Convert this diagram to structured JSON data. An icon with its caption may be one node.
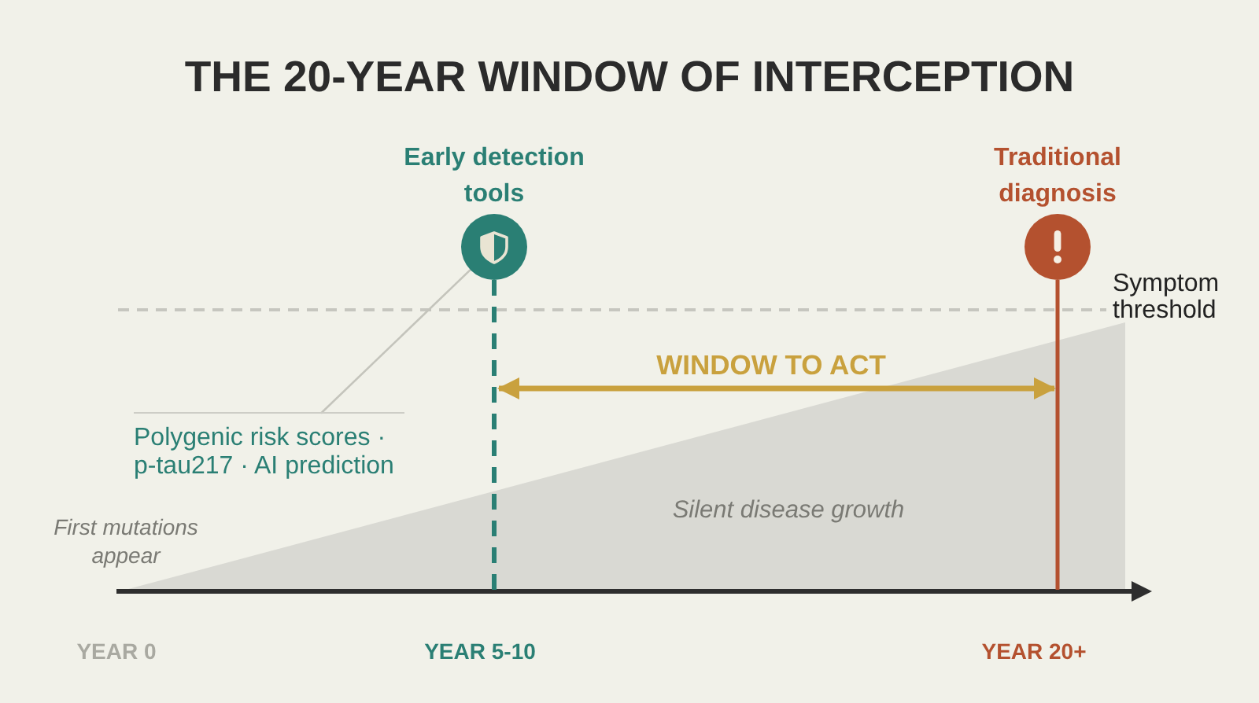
{
  "diagram": {
    "title": "THE 20-YEAR WINDOW OF INTERCEPTION",
    "nodes": [
      {
        "text": [],
        "shape": "circle",
        "beside": [
          "Early detection tools"
        ]
      },
      {
        "text": [],
        "shape": "circle",
        "beside": [
          "Traditional diagnosis"
        ]
      },
      {
        "text": [
          "Polygenic risk scores · p-tau217 · AI prediction"
        ]
      }
    ],
    "edges": [
      {
        "from": 2,
        "to": 0,
        "arrow": "none"
      },
      {
        "from": 0,
        "to": null,
        "arrow": "none",
        "style": "dashed",
        "color": "#2a7f74"
      },
      {
        "from": 1,
        "to": null,
        "arrow": "none",
        "color": "#b4512f"
      }
    ],
    "labels": [
      "Symptom threshold",
      "WINDOW TO ACT",
      "First mutations appear",
      "Silent disease growth",
      "YEAR 0",
      "YEAR 5-10",
      "YEAR 20+"
    ]
  }
}
